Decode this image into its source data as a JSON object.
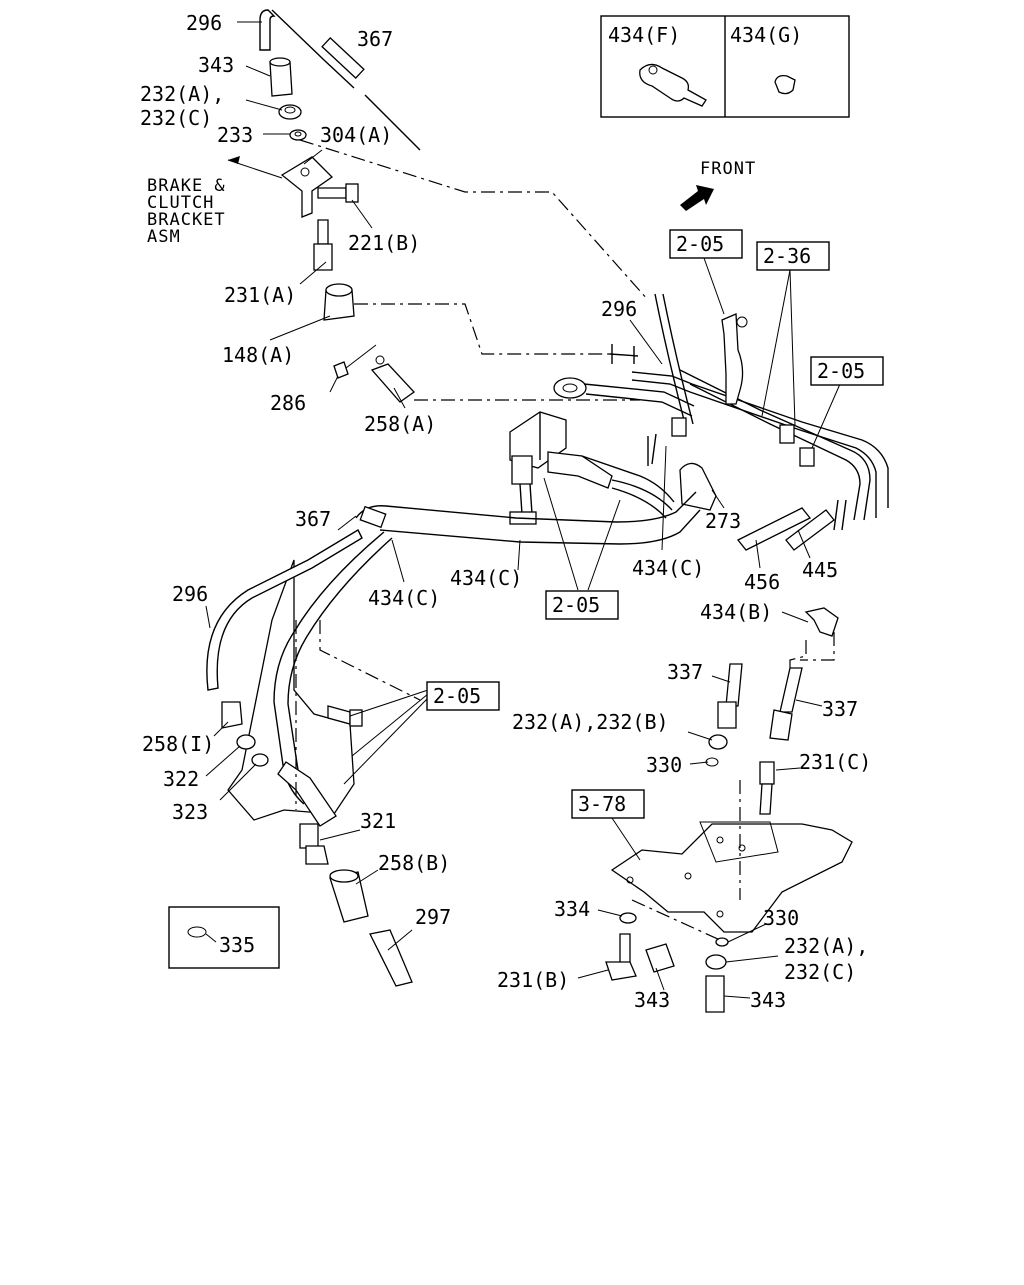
{
  "labels": {
    "l296a": "296",
    "l367a": "367",
    "l343a": "343",
    "l232a1": "232(A),",
    "l232a2": "232(C)",
    "l233": "233",
    "l304a": "304(A)",
    "brake1": "BRAKE &",
    "brake2": "CLUTCH",
    "brake3": "BRACKET",
    "brake4": "ASM",
    "l221b": "221(B)",
    "l231a": "231(A)",
    "l148a": "148(A)",
    "l286": "286",
    "l258a": "258(A)",
    "l296b": "296",
    "l434f": "434(F)",
    "l434g": "434(G)",
    "front": "FRONT",
    "ref205a": "2-05",
    "ref236": "2-36",
    "ref205b": "2-05",
    "l273": "273",
    "l434c1": "434(C)",
    "l456": "456",
    "l445": "445",
    "l367b": "367",
    "l434c2": "434(C)",
    "l434c3": "434(C)",
    "ref205c": "2-05",
    "l296c": "296",
    "l434b": "434(B)",
    "l337a": "337",
    "l337b": "337",
    "ref205d": "2-05",
    "l232ab": "232(A),232(B)",
    "l258i": "258(I)",
    "l322": "322",
    "l323": "323",
    "l330a": "330",
    "l231c": "231(C)",
    "ref378": "3-78",
    "l321": "321",
    "l258b": "258(B)",
    "l297": "297",
    "l334": "334",
    "l330b": "330",
    "l232c1": "232(A),",
    "l232c2": "232(C)",
    "l335": "335",
    "l231b": "231(B)",
    "l343b": "343",
    "l343c": "343"
  }
}
